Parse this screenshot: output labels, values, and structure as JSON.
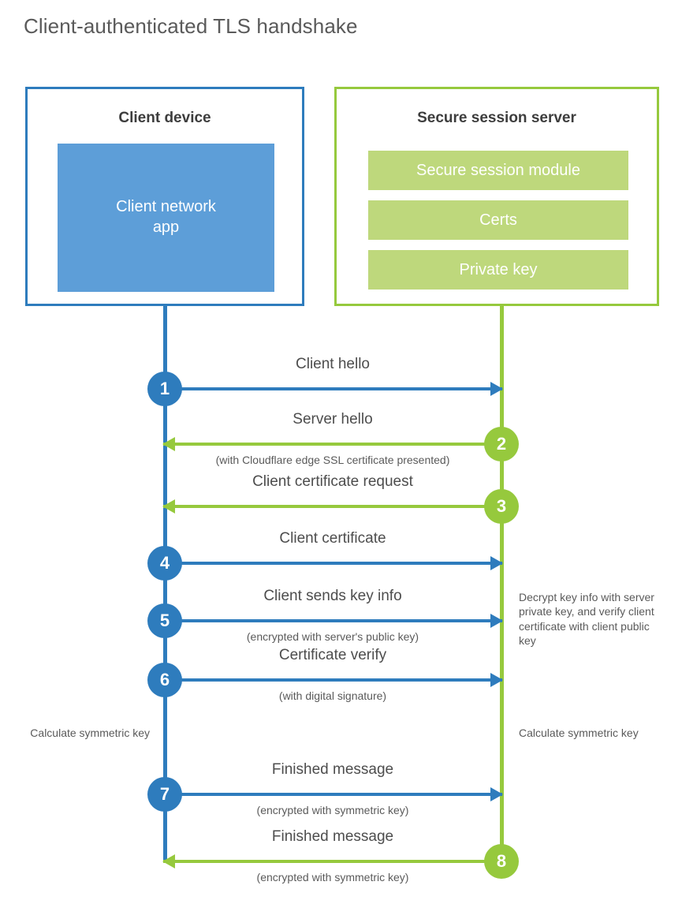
{
  "title": "Client-authenticated TLS handshake",
  "colors": {
    "blue": "#2e7cbd",
    "blue_fill": "#5d9ed8",
    "green": "#96c93d",
    "green_fill": "#bed87c",
    "text": "#4d4d4d"
  },
  "client": {
    "title": "Client device",
    "app_label": "Client network\napp"
  },
  "server": {
    "title": "Secure session server",
    "bars": [
      "Secure session module",
      "Certs",
      "Private key"
    ]
  },
  "steps": [
    {
      "number": "1",
      "label": "Client hello",
      "sub": "",
      "direction": "to-server",
      "side": "client",
      "color": "#2e7cbd"
    },
    {
      "number": "2",
      "label": "Server hello",
      "sub": "(with Cloudflare edge SSL certificate presented)",
      "direction": "to-client",
      "side": "server",
      "color": "#96c93d"
    },
    {
      "number": "3",
      "label": "Client certificate request",
      "sub": "",
      "direction": "to-client",
      "side": "server",
      "color": "#96c93d"
    },
    {
      "number": "4",
      "label": "Client certificate",
      "sub": "",
      "direction": "to-server",
      "side": "client",
      "color": "#2e7cbd"
    },
    {
      "number": "5",
      "label": "Client sends key info",
      "sub": "(encrypted with server's public key)",
      "direction": "to-server",
      "side": "client",
      "color": "#2e7cbd"
    },
    {
      "number": "6",
      "label": "Certificate verify",
      "sub": "(with digital signature)",
      "direction": "to-server",
      "side": "client",
      "color": "#2e7cbd"
    },
    {
      "number": "7",
      "label": "Finished message",
      "sub": "(encrypted with symmetric key)",
      "direction": "to-server",
      "side": "client",
      "color": "#2e7cbd"
    },
    {
      "number": "8",
      "label": "Finished message",
      "sub": "(encrypted with symmetric key)",
      "direction": "to-client",
      "side": "server",
      "color": "#96c93d"
    }
  ],
  "notes": {
    "decrypt": "Decrypt key info with server private key, and verify client certificate with client public key",
    "client_calculate": "Calculate symmetric key",
    "server_calculate": "Calculate symmetric key"
  }
}
